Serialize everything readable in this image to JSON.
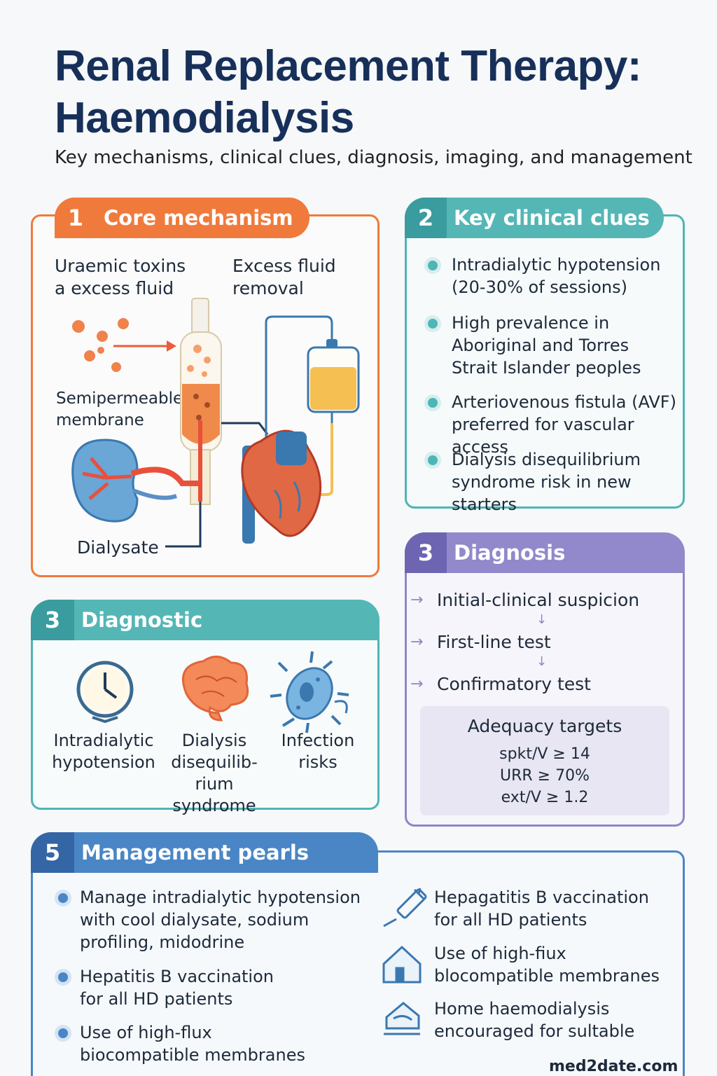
{
  "header": {
    "title_line1": "Renal Replacement Therapy:",
    "title_line2": "Haemodialysis",
    "subtitle": "Key mechanisms, clinical clues, diagnosis, imaging, and management"
  },
  "core": {
    "num": "1",
    "title": "Core mechanism",
    "label_toxins_1": "Uraemic toxins",
    "label_toxins_2": "a excess fluid",
    "label_fluid_1": "Excess fluid",
    "label_fluid_2": "removal",
    "label_membrane_1": "Semipermeable",
    "label_membrane_2": "membrane",
    "label_dialysate": "Dialysate"
  },
  "clues": {
    "num": "2",
    "title": "Key clinical clues",
    "items": [
      {
        "line1": "Intradialytic hypotension",
        "line2": "(20-30% of sessions)",
        "line3": ""
      },
      {
        "line1": "High prevalence in",
        "line2": "Aboriginal and Torres",
        "line3": "Strait Islander peoples"
      },
      {
        "line1": "Arteriovenous fistula (AVF)",
        "line2": "preferred for vascular access",
        "line3": ""
      },
      {
        "line1": "Dialysis disequilibrium",
        "line2": "syndrome risk in new starters",
        "line3": ""
      }
    ]
  },
  "diagnostic": {
    "num": "3",
    "title": "Diagnostic",
    "items": [
      {
        "line1": "Intradialytic",
        "line2": "hypotension",
        "line3": "",
        "icon": "clock-icon"
      },
      {
        "line1": "Dialysis",
        "line2": "disequilib-",
        "line3": "rium syndrome",
        "icon": "brain-icon"
      },
      {
        "line1": "Infection",
        "line2": "risks",
        "line3": "",
        "icon": "bacteria-icon"
      }
    ]
  },
  "diagnosis": {
    "num": "3",
    "title": "Diagnosis",
    "steps": [
      "Initial-clinical suspicion",
      "First-line test",
      "Confirmatory test"
    ],
    "adequacy_title": "Adequacy targets",
    "adequacy_values": [
      "spkt/V ≥ 14",
      "URR ≥ 70%",
      "ext/V ≥ 1.2"
    ]
  },
  "management": {
    "num": "5",
    "title": "Management pearls",
    "left": [
      {
        "line1": "Manage intradialytic hypotension",
        "line2": "with cool dialysate, sodium",
        "line3": "profiling, midodrine"
      },
      {
        "line1": "Hepatitis B vaccination",
        "line2": "for all HD patients",
        "line3": ""
      },
      {
        "line1": "Use of high-flux",
        "line2": "biocompatible membranes",
        "line3": ""
      }
    ],
    "right": [
      {
        "line1": "Hepagatitis B vaccination",
        "line2": "for all HD patients",
        "icon": "syringe-icon"
      },
      {
        "line1": "Use of high-fiux",
        "line2": "blocompatible membranes",
        "icon": "house-icon"
      },
      {
        "line1": "Home haemodialysis",
        "line2": "encouraged for sultable",
        "icon": "home-dialysis-icon"
      }
    ]
  },
  "footer": {
    "site": "med2date.com"
  }
}
